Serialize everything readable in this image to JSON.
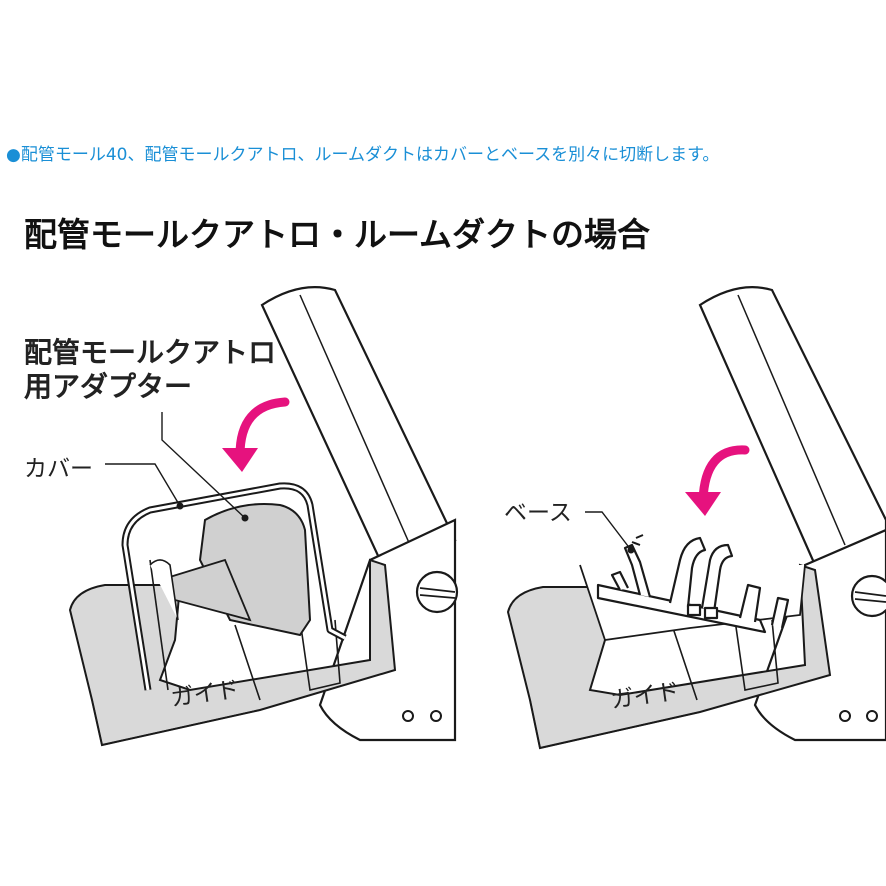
{
  "note": "●配管モール40、配管モールクアトロ、ルームダクトはカバーとベースを別々に切断します。",
  "heading": "配管モールクアトロ・ルームダクトの場合",
  "left_figure": {
    "adapter_label_line1": "配管モールクアトロ",
    "adapter_label_line2": "用アダプター",
    "cover_label": "カバー",
    "guide_label": "ガイド"
  },
  "right_figure": {
    "base_label": "ベース",
    "guide_label": "ガイド"
  },
  "colors": {
    "note": "#1a8fd6",
    "arrow": "#e6127e",
    "gray_part": "#d9d9d9",
    "outline": "#1a1a1a"
  }
}
